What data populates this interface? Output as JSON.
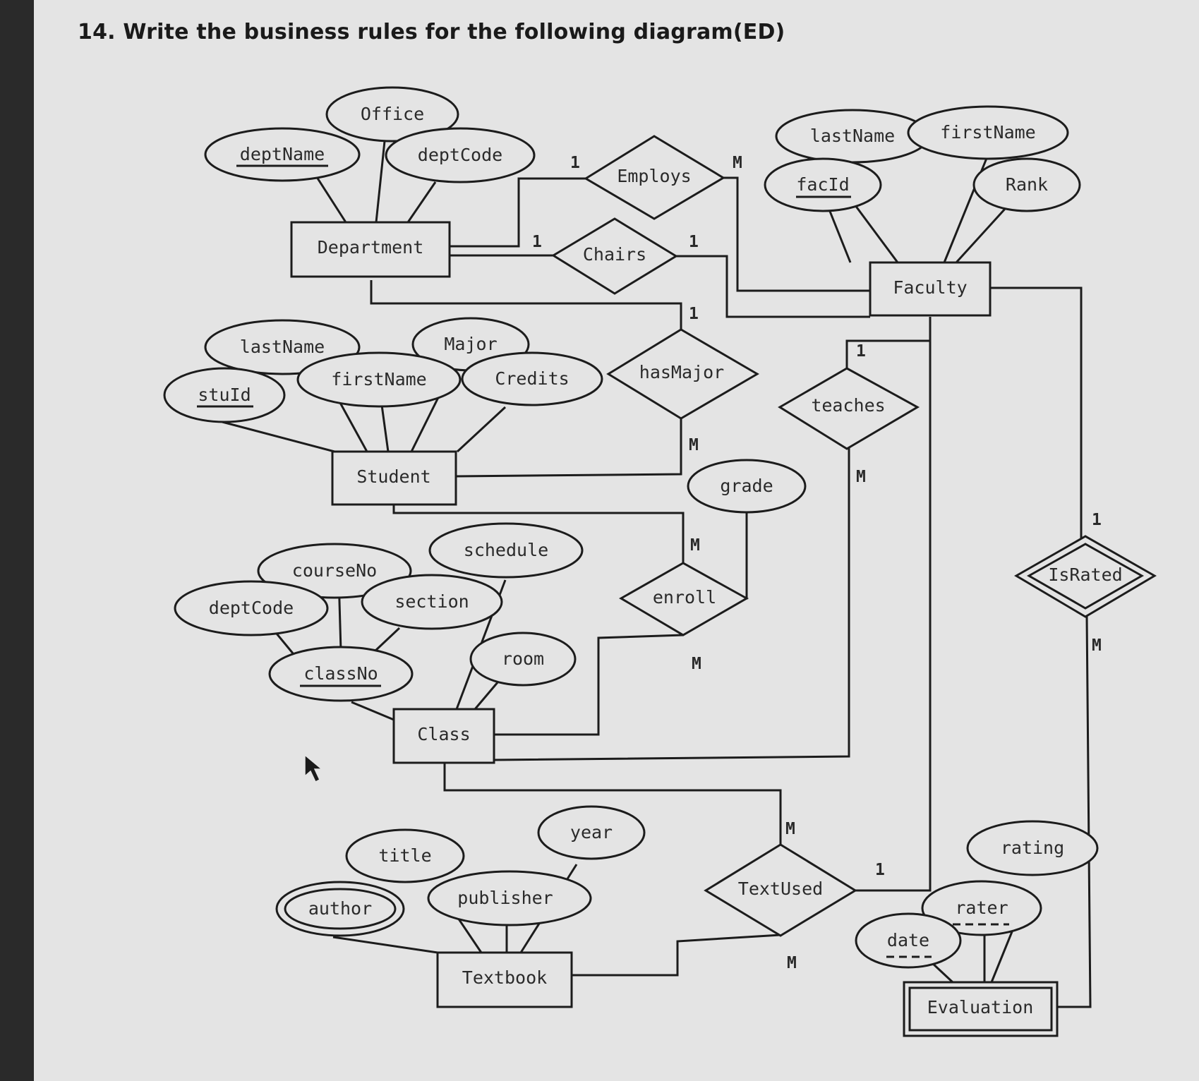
{
  "question": "14. Write the business rules for the following diagram(ED)",
  "entities": {
    "department": "Department",
    "faculty": "Faculty",
    "student": "Student",
    "class": "Class",
    "textbook": "Textbook",
    "evaluation": "Evaluation"
  },
  "relationships": {
    "employs": "Employs",
    "chairs": "Chairs",
    "hasmajor": "hasMajor",
    "teaches": "teaches",
    "enroll": "enroll",
    "textused": "TextUsed",
    "israted": "IsRated"
  },
  "attributes": {
    "dept_office": "Office",
    "dept_name": "deptName",
    "dept_code": "deptCode",
    "fac_lastname": "lastName",
    "fac_firstname": "firstName",
    "fac_id": "facId",
    "fac_rank": "Rank",
    "stu_lastname": "lastName",
    "stu_major": "Major",
    "stu_firstname": "firstName",
    "stu_credits": "Credits",
    "stu_id": "stuId",
    "enroll_grade": "grade",
    "cls_courseno": "courseNo",
    "cls_schedule": "schedule",
    "cls_deptcode": "deptCode",
    "cls_section": "section",
    "cls_room": "room",
    "cls_classno": "classNo",
    "tb_year": "year",
    "tb_title": "title",
    "tb_author": "author",
    "tb_publisher": "publisher",
    "ev_rating": "rating",
    "ev_rater": "rater",
    "ev_date": "date"
  },
  "cardinalities": {
    "employs_dept": "1",
    "employs_fac": "M",
    "chairs_dept": "1",
    "chairs_fac": "1",
    "hasmajor_dept": "1",
    "hasmajor_stu": "M",
    "teaches_fac": "1",
    "teaches_cls": "M",
    "enroll_stu": "M",
    "enroll_cls": "M",
    "israted_fac": "1",
    "israted_ev": "M",
    "textused_cls": "M",
    "textused_fac": "1",
    "textused_tb": "M"
  }
}
